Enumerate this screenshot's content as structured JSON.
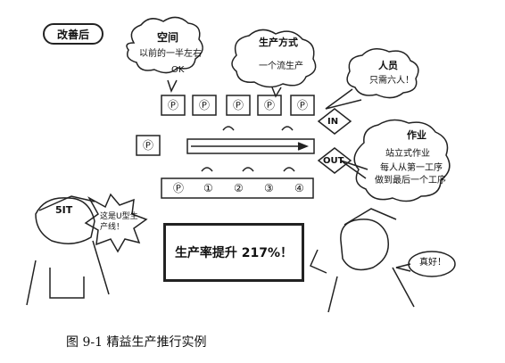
{
  "tag": "改善后",
  "space": {
    "title": "空间",
    "line1": "以前的一半左右",
    "line2": "OK"
  },
  "method": {
    "title": "生产方式",
    "line1": "一个流生产"
  },
  "staff": {
    "title": "人员",
    "line1": "只需六人！"
  },
  "work": {
    "title": "作业",
    "line1": "站立式作业",
    "line2": "每人从第一工序",
    "line3": "做到最后一个工序"
  },
  "flow": {
    "in": "IN",
    "out": "OUT",
    "p_symbol": "Ⓟ",
    "steps": [
      "Ⓟ",
      "①",
      "②",
      "③",
      "④"
    ]
  },
  "left_character": {
    "cap_text": "5IT",
    "speech": "这是U型生产线！"
  },
  "right_character": {
    "speech": "真好！"
  },
  "banner": "生产率提升 217%！",
  "caption": "图 9-1  精益生产推行实例"
}
